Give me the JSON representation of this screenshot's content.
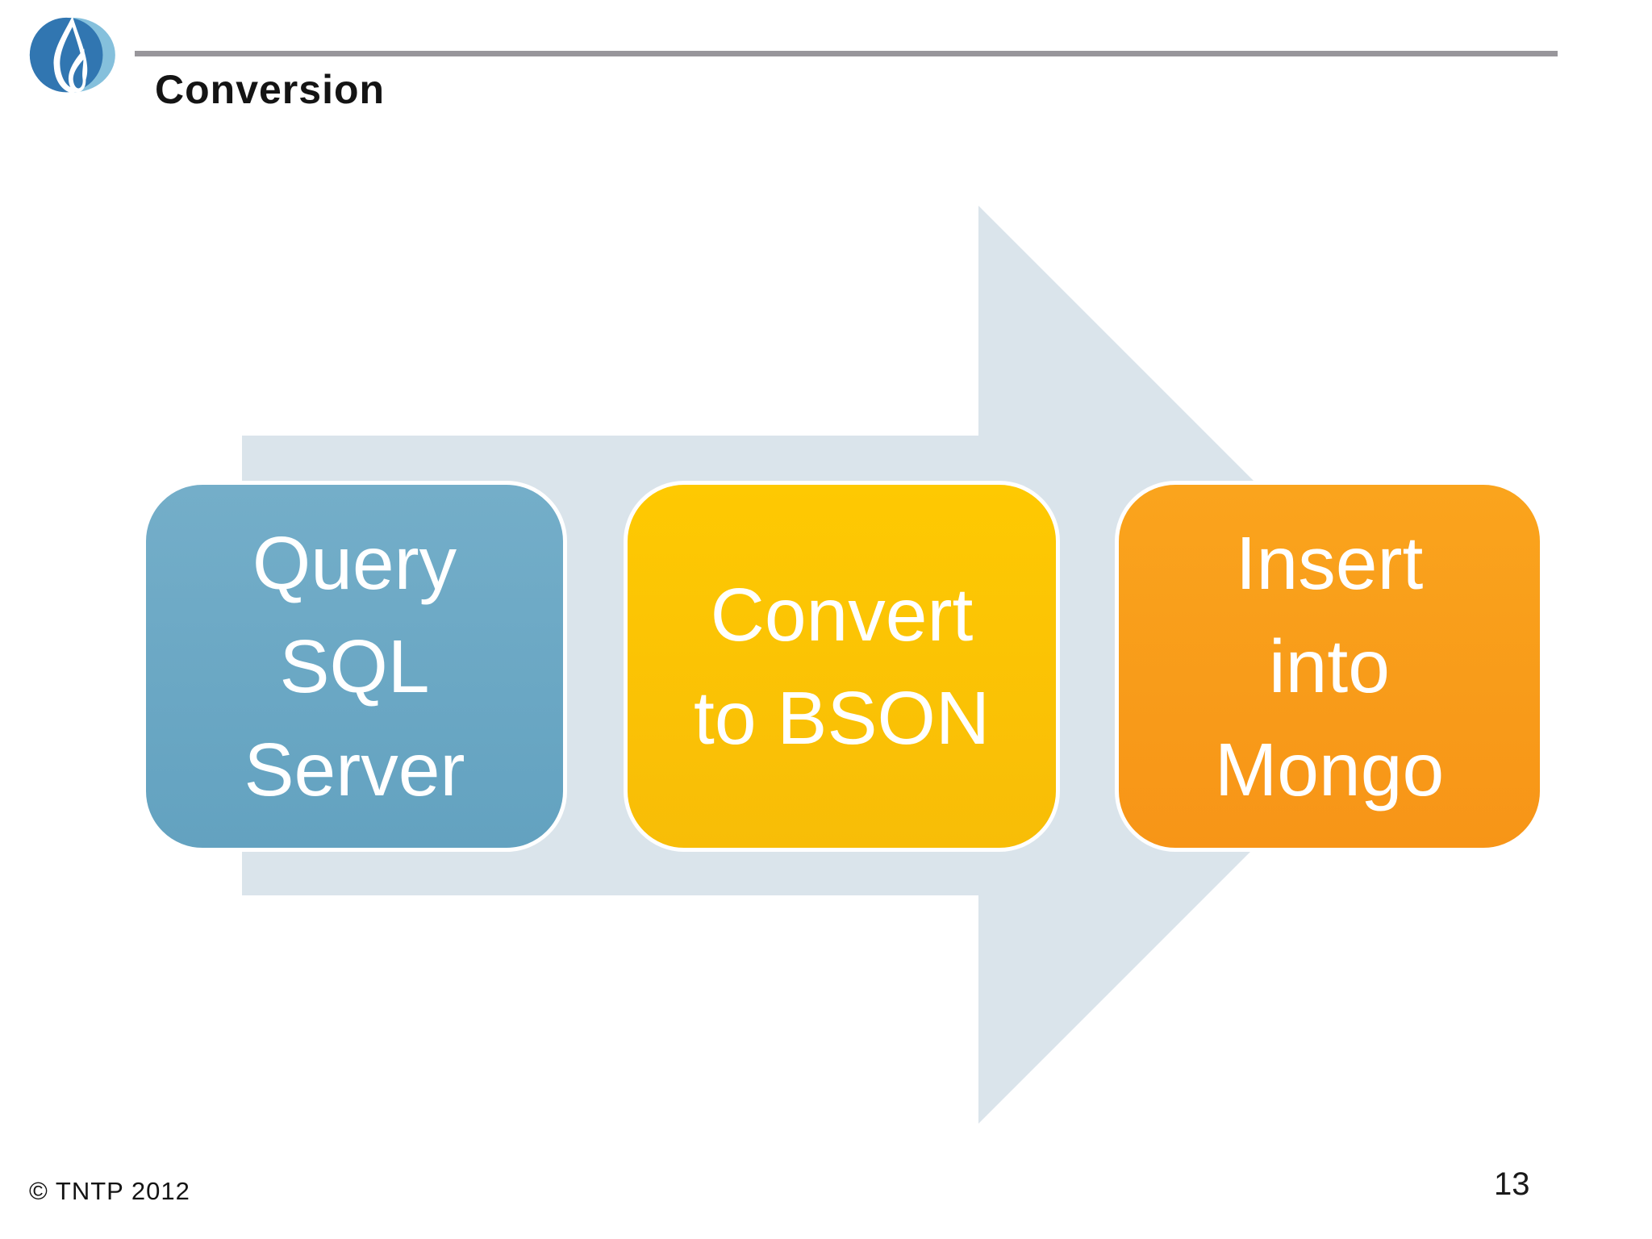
{
  "slide": {
    "title": "Conversion",
    "footer_copyright": "© TNTP 2012",
    "page_number": "13"
  },
  "logo": {
    "icon": "tntp-flame-logo",
    "dark_blue": "#3176b1",
    "light_blue": "#85c0dc",
    "flame_color": "#ffffff"
  },
  "diagram": {
    "type": "process-arrow-right",
    "arrow_color": "#dae4eb",
    "text_color": "#ffffff",
    "steps": [
      {
        "label": "Query SQL Server",
        "label_lines": [
          "Query",
          "SQL",
          "Server"
        ],
        "fill": "#6ca8c4"
      },
      {
        "label": "Convert to BSON",
        "label_lines": [
          "Convert",
          "to BSON"
        ],
        "fill": "#fbc503"
      },
      {
        "label": "Insert into Mongo",
        "label_lines": [
          "Insert",
          "into",
          "Mongo"
        ],
        "fill": "#f89c1a"
      }
    ]
  }
}
